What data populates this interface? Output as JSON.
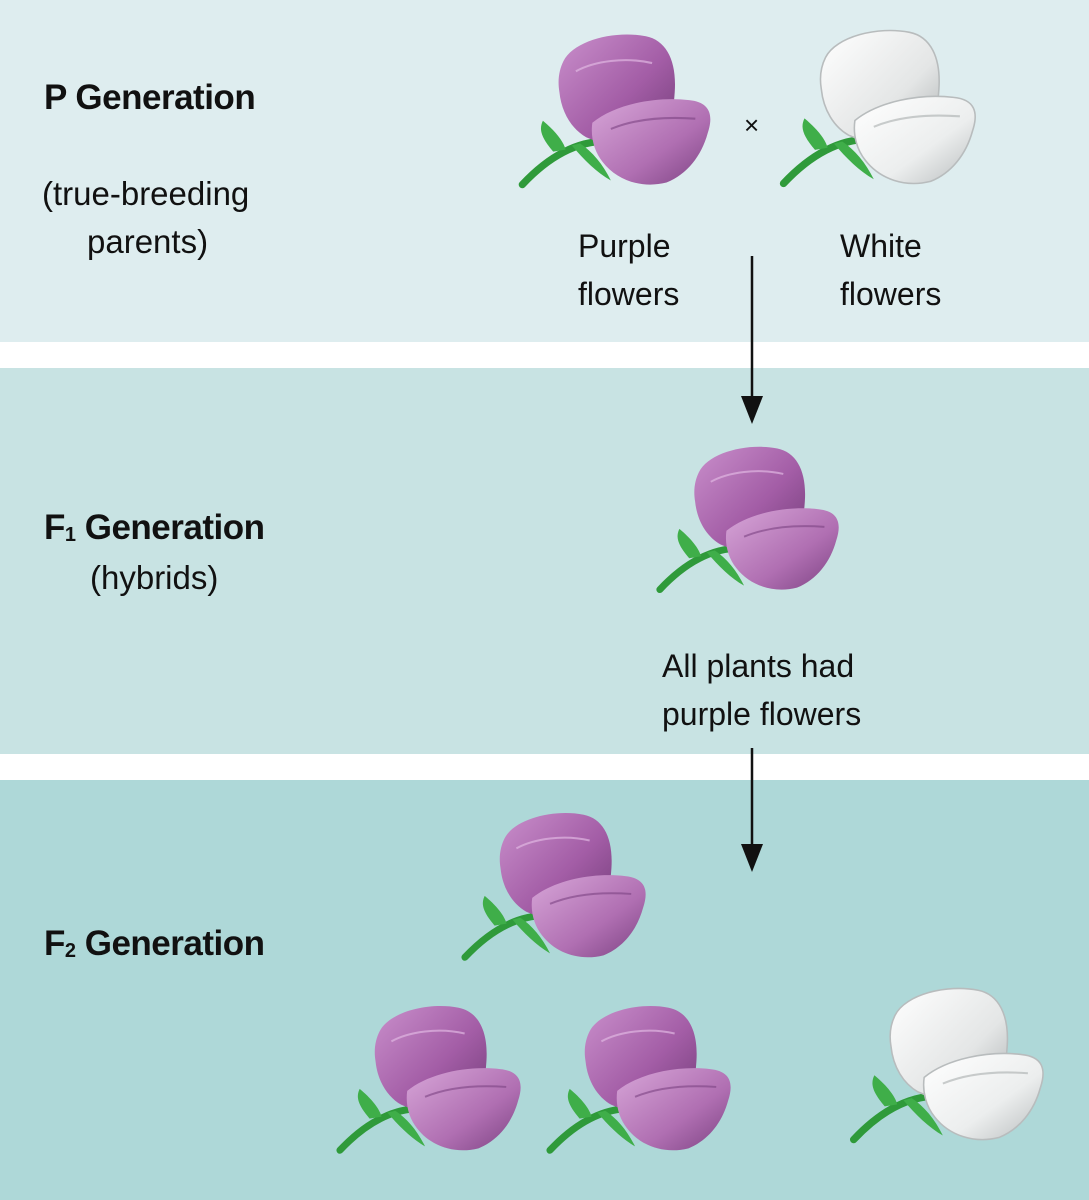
{
  "p_generation": {
    "title": "P Generation",
    "subtitle_line1": "(true-breeding",
    "subtitle_line2": "parents)",
    "cross_symbol": "×",
    "parent_left": {
      "color": "purple",
      "caption_line1": "Purple",
      "caption_line2": "flowers"
    },
    "parent_right": {
      "color": "white",
      "caption_line1": "White",
      "caption_line2": "flowers"
    }
  },
  "f1_generation": {
    "title_letter": "F",
    "title_sub": "1",
    "title_rest": " Generation",
    "subtitle": "(hybrids)",
    "caption_line1": "All plants had",
    "caption_line2": "purple flowers"
  },
  "f2_generation": {
    "title_letter": "F",
    "title_sub": "2",
    "title_rest": " Generation",
    "flowers": [
      "purple",
      "purple",
      "purple",
      "white"
    ]
  },
  "colors": {
    "purple_petal": "#a45fa8",
    "purple_light": "#c78ac9",
    "purple_dark": "#6e3a74",
    "white_petal": "#e9ebeb",
    "white_light": "#ffffff",
    "white_dark": "#a9adae",
    "leaf": "#3fae49",
    "leaf_dark": "#227a2d"
  }
}
